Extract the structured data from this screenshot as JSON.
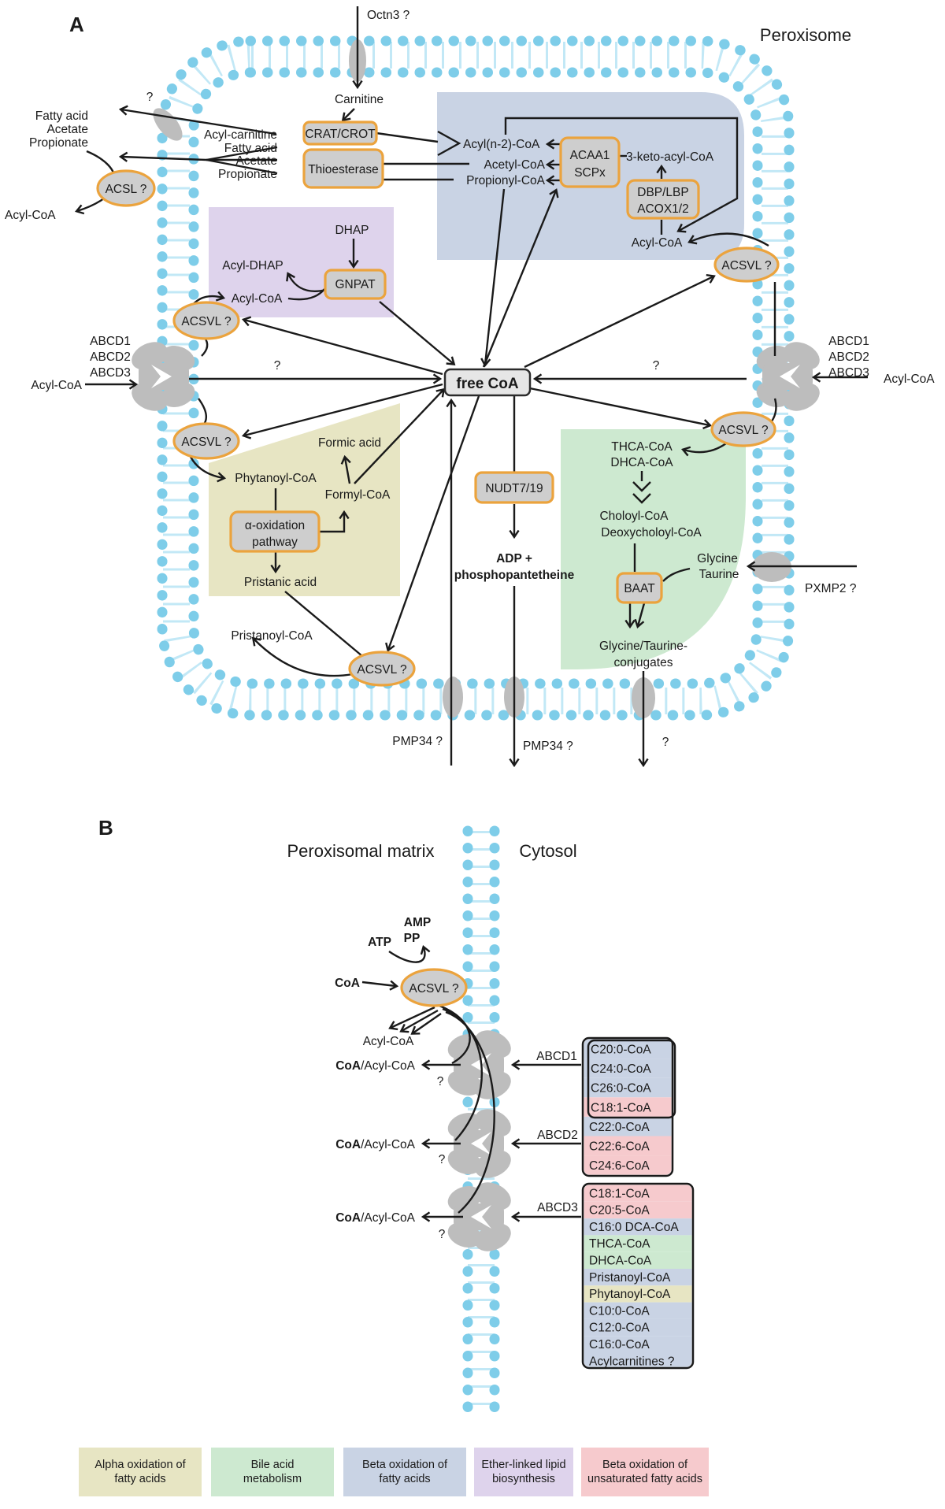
{
  "colors": {
    "membrane": "#7ecde9",
    "membrane_light": "#c2e8f6",
    "transporter_gray": "#bdbdbd",
    "enzyme_fill": "#cecece",
    "enzyme_border": "#eba33d",
    "beta_oxidation_blue": "#c9d3e4",
    "ether_lipid_purple": "#ded3ec",
    "alpha_oxidation_khaki": "#e7e5c3",
    "bile_acid_green": "#cde9d0",
    "unsat_beta_pink": "#f6cacd",
    "free_coa_fill": "#e6e6e6",
    "text": "#1a1a1a"
  },
  "common": {
    "acsvl": "ACSVL ?",
    "acyl_coa": "Acyl-CoA",
    "q": "?",
    "pmp34": "PMP34 ?",
    "fatty_acid": "Fatty acid",
    "acetate": "Acetate",
    "propionate": "Propionate"
  },
  "panelA": {
    "label": "A",
    "title": "Peroxisome",
    "octn3": "Octn3 ?",
    "carnitine": "Carnitine",
    "acsl": "ACSL ?",
    "acyl_carnitine": "Acyl-carnitine",
    "crat_crot": "CRAT/CROT",
    "thioesterase": "Thioesterase",
    "acyl_n2_coa": "Acyl(n-2)-CoA",
    "acetyl_coa": "Acetyl-CoA",
    "propionyl_coa": "Propionyl-CoA",
    "acaa1": "ACAA1",
    "scpx": "SCPx",
    "keto": "3-keto-acyl-CoA",
    "dbp_lbp": "DBP/LBP",
    "acox": "ACOX1/2",
    "dhap": "DHAP",
    "acyl_dhap": "Acyl-DHAP",
    "gnpat": "GNPAT",
    "abcd1": "ABCD1",
    "abcd2": "ABCD2",
    "abcd3": "ABCD3",
    "free_coa": "free CoA",
    "formic_acid": "Formic acid",
    "phytanoyl_coa": "Phytanoyl-CoA",
    "formyl_coa": "Formyl-CoA",
    "alpha_ox1": "α-oxidation",
    "alpha_ox2": "pathway",
    "pristanic_acid": "Pristanic acid",
    "pristanoyl_coa": "Pristanoyl-CoA",
    "nudt": "NUDT7/19",
    "adp1": "ADP +",
    "adp2": "phosphopantetheine",
    "thca": "THCA-CoA",
    "dhca": "DHCA-CoA",
    "choloyl": "Choloyl-CoA",
    "deoxycholoyl": "Deoxycholoyl-CoA",
    "baat": "BAAT",
    "glycine": "Glycine",
    "taurine": "Taurine",
    "pxmp2": "PXMP2 ?",
    "conj1": "Glycine/Taurine-",
    "conj2": "conjugates"
  },
  "panelB": {
    "label": "B",
    "matrix": "Peroxisomal matrix",
    "cytosol": "Cytosol",
    "amp": "AMP",
    "pp": "PP",
    "atp": "ATP",
    "coa": "CoA",
    "coa_bold": "CoA",
    "acyl_rest": "/Acyl-CoA",
    "abcd1": "ABCD1",
    "abcd2": "ABCD2",
    "abcd3": "ABCD3",
    "box12": {
      "items": [
        {
          "label": "C20:0-CoA",
          "color": "#c9d3e4"
        },
        {
          "label": "C24:0-CoA",
          "color": "#c9d3e4"
        },
        {
          "label": "C26:0-CoA",
          "color": "#c9d3e4"
        },
        {
          "label": "C18:1-CoA",
          "color": "#f6cacd"
        },
        {
          "label": "C22:0-CoA",
          "color": "#c9d3e4"
        },
        {
          "label": "C22:6-CoA",
          "color": "#f6cacd"
        },
        {
          "label": "C24:6-CoA",
          "color": "#f6cacd"
        }
      ]
    },
    "box3": {
      "items": [
        {
          "label": "C18:1-CoA",
          "color": "#f6cacd"
        },
        {
          "label": "C20:5-CoA",
          "color": "#f6cacd"
        },
        {
          "label": "C16:0 DCA-CoA",
          "color": "#c9d3e4"
        },
        {
          "label": "THCA-CoA",
          "color": "#cde9d0"
        },
        {
          "label": "DHCA-CoA",
          "color": "#cde9d0"
        },
        {
          "label": "Pristanoyl-CoA",
          "color": "#c9d3e4"
        },
        {
          "label": "Phytanoyl-CoA",
          "color": "#e7e5c3"
        },
        {
          "label": "C10:0-CoA",
          "color": "#c9d3e4"
        },
        {
          "label": "C12:0-CoA",
          "color": "#c9d3e4"
        },
        {
          "label": "C16:0-CoA",
          "color": "#c9d3e4"
        },
        {
          "label": "Acylcarnitines ?",
          "color": "#c9d3e4"
        }
      ]
    }
  },
  "legend": {
    "items": [
      {
        "l1": "Alpha oxidation of",
        "l2": "fatty acids",
        "color": "#e7e5c3"
      },
      {
        "l1": "Bile acid",
        "l2": "metabolism",
        "color": "#cde9d0"
      },
      {
        "l1": "Beta oxidation of",
        "l2": "fatty acids",
        "color": "#c9d3e4"
      },
      {
        "l1": "Ether-linked lipid",
        "l2": "biosynthesis",
        "color": "#ded3ec"
      },
      {
        "l1": "Beta oxidation of",
        "l2": "unsaturated fatty acids",
        "color": "#f6cacd"
      }
    ]
  }
}
